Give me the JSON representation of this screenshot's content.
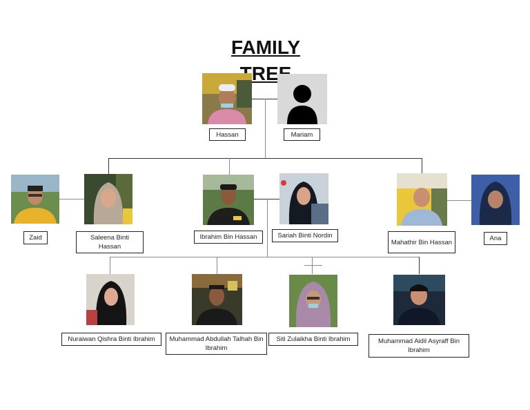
{
  "title": "FAMILY TREE",
  "colors": {
    "line": "#8a8a8a",
    "line_dark": "#333333",
    "label_border": "#222222",
    "placeholder_bg": "#d9d9d9",
    "placeholder_silhouette": "#000000"
  },
  "generation_1": [
    {
      "id": "hassan",
      "name": "Hassan"
    },
    {
      "id": "mariam",
      "name": "Mariam"
    }
  ],
  "generation_2": [
    {
      "id": "zaid",
      "name": "Zaid"
    },
    {
      "id": "saleena",
      "name": "Saleena Binti Hassan"
    },
    {
      "id": "ibrahim",
      "name": "Ibrahim Bin Hassan"
    },
    {
      "id": "sariah",
      "name": "Sariah Binti Nordin"
    },
    {
      "id": "mahathir",
      "name": "Mahathir Bin Hassan"
    },
    {
      "id": "ana",
      "name": "Ana"
    }
  ],
  "generation_3": [
    {
      "id": "nuraiwan",
      "name": "Nuraiwan Qishra Binti Ibrahim"
    },
    {
      "id": "abdullah",
      "name": "Muhammad Abdullah Talhah Bin Ibrahim"
    },
    {
      "id": "zulaikha",
      "name": "Siti Zulaikha Binti Ibrahim"
    },
    {
      "id": "aidil",
      "name": "Muhammad Aidil Asyraff Bin Ibrahim"
    }
  ]
}
